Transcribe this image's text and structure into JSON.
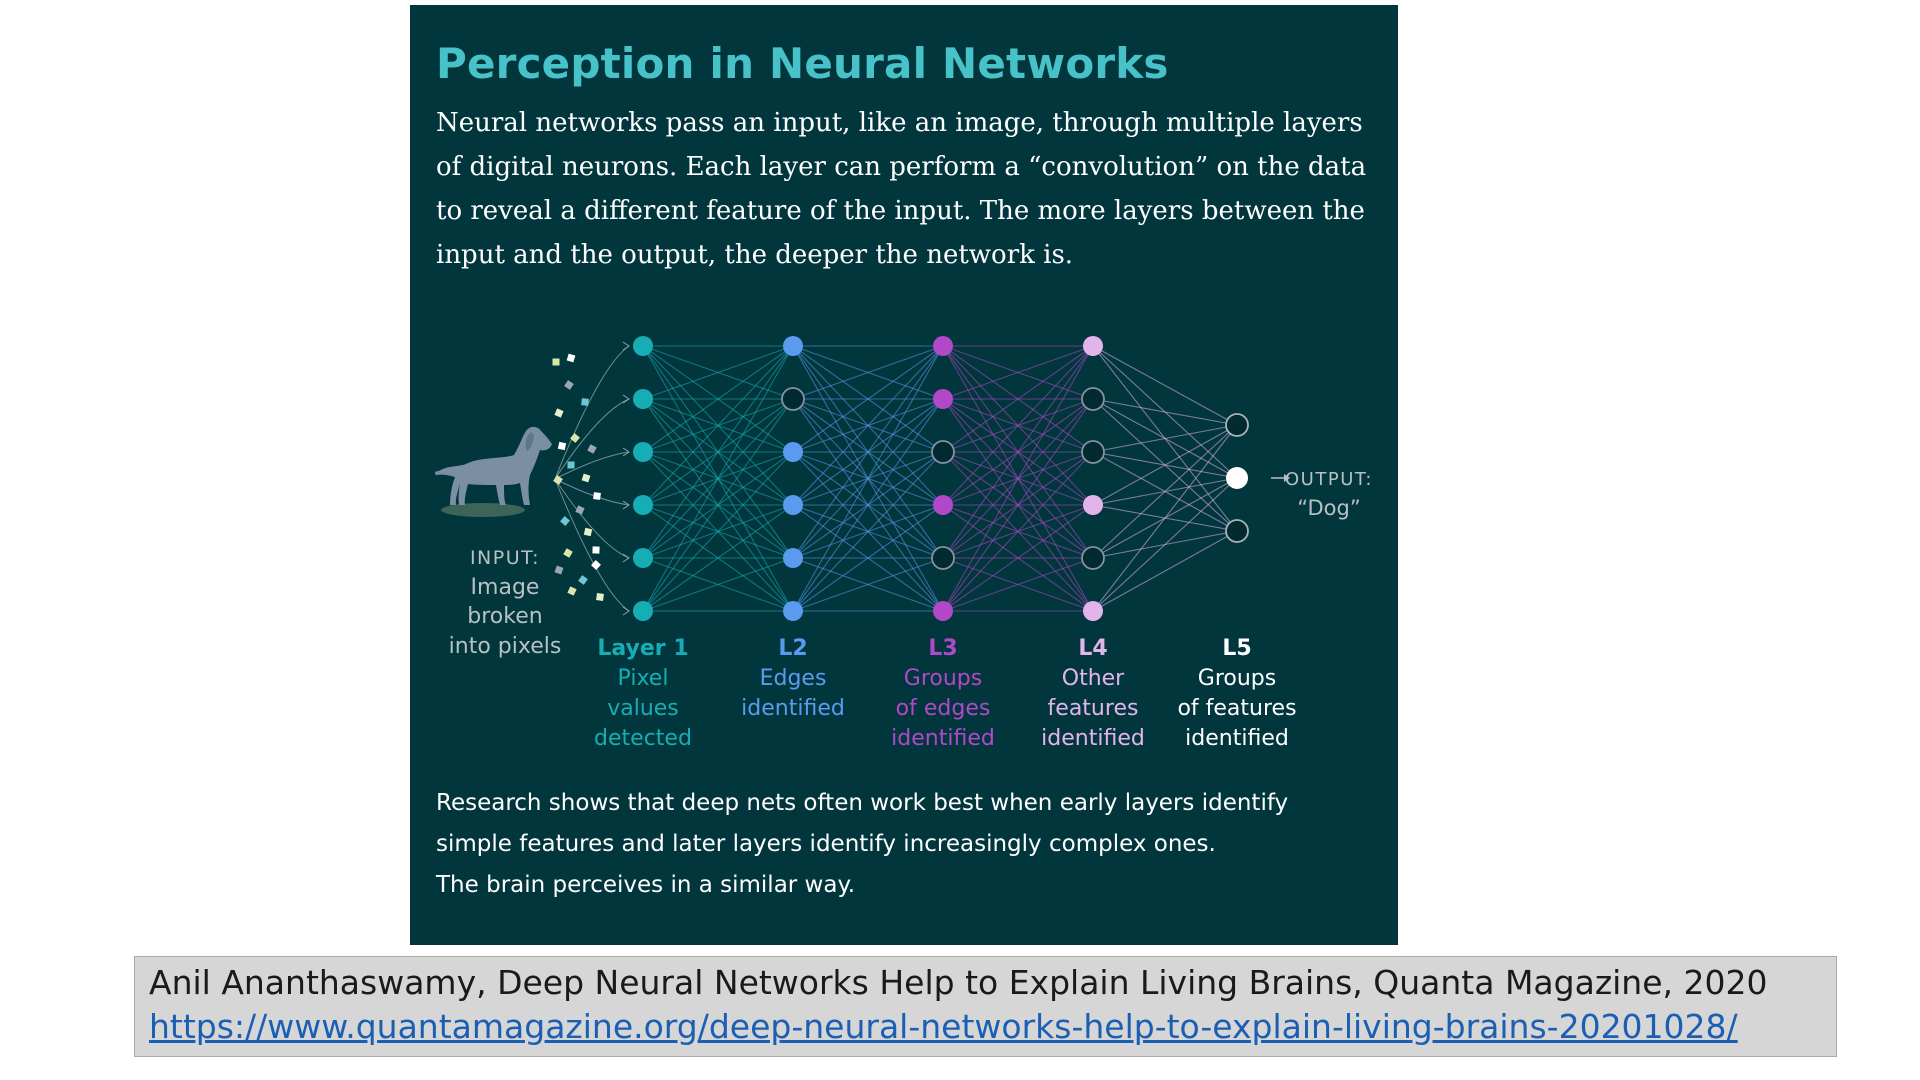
{
  "figure": {
    "title": "Perception in Neural Networks",
    "intro": "Neural networks pass an input, like an image, through multiple layers of digital neurons. Each layer can perform a “convolution” on the data to reveal a different feature of the input. The more layers between the input and the output, the deeper the network is.",
    "input_label": [
      "INPUT:",
      "Image",
      "broken",
      "into pixels"
    ],
    "output_label": [
      "OUTPUT:",
      "“Dog”"
    ],
    "layers": [
      {
        "name": "Layer 1",
        "desc": [
          "Pixel",
          "values",
          "detected"
        ],
        "color": "#17adb5",
        "nodes": 6,
        "filled": [
          true,
          true,
          true,
          true,
          true,
          true
        ]
      },
      {
        "name": "L2",
        "desc": [
          "Edges",
          "identified"
        ],
        "color": "#5a9bf0",
        "nodes": 6,
        "filled": [
          true,
          false,
          true,
          true,
          true,
          true
        ]
      },
      {
        "name": "L3",
        "desc": [
          "Groups",
          "of edges",
          "identified"
        ],
        "color": "#b048c8",
        "nodes": 6,
        "filled": [
          true,
          true,
          false,
          true,
          false,
          true
        ]
      },
      {
        "name": "L4",
        "desc": [
          "Other",
          "features",
          "identified"
        ],
        "color": "#e3b4ec",
        "nodes": 6,
        "filled": [
          true,
          false,
          false,
          true,
          false,
          true
        ]
      },
      {
        "name": "L5",
        "desc": [
          "Groups",
          "of features",
          "identified"
        ],
        "color": "#ffffff",
        "nodes": 3,
        "filled": [
          false,
          true,
          false
        ]
      }
    ],
    "research": [
      "Research shows that deep nets often work best when early layers identify",
      "simple features and later layers identify increasingly complex ones.",
      "The brain perceives in a similar way."
    ],
    "colors": {
      "background": "#02363d",
      "title": "#48c2c9",
      "label_gray": "#b7c0c3"
    }
  },
  "citation": {
    "text": "Anil Ananthaswamy, Deep Neural Networks Help to Explain Living Brains, Quanta Magazine, 2020",
    "url": "https://www.quantamagazine.org/deep-neural-networks-help-to-explain-living-brains-20201028/"
  }
}
